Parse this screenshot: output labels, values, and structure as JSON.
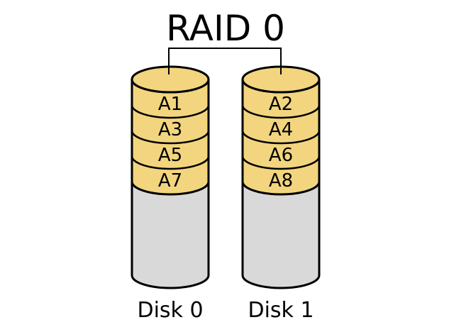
{
  "title": "RAID 0",
  "colors": {
    "stripe_band": "#F2D57E",
    "free_space": "#D9D9D9",
    "outline": "#000000",
    "background": "#FFFFFF"
  },
  "disks": [
    {
      "label": "Disk 0",
      "blocks": [
        "A1",
        "A3",
        "A5",
        "A7"
      ]
    },
    {
      "label": "Disk 1",
      "blocks": [
        "A2",
        "A4",
        "A6",
        "A8"
      ]
    }
  ]
}
